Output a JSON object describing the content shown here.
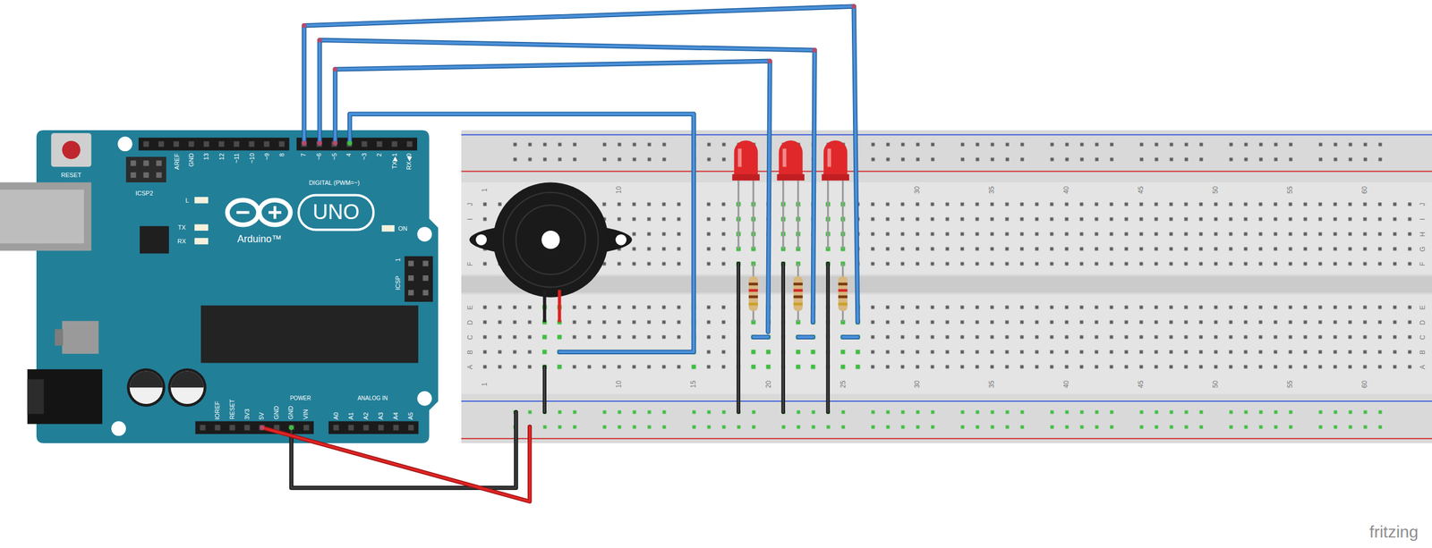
{
  "diagram": {
    "nodes": [
      {
        "text": [
          "RESET",
          "ICSP2",
          "AREF",
          "GND",
          "13",
          "12",
          "~11",
          "~10",
          "~9",
          "8",
          "7",
          "~6",
          "~5",
          "4",
          "~3",
          "2",
          "TX▶1",
          "RX◀0",
          "DIGITAL (PWM=~)",
          "L",
          "TX",
          "RX",
          "UNO",
          "Arduino™",
          "ON",
          "1",
          "ICSP",
          "IOREF",
          "RESET",
          "3V3",
          "5V",
          "GND",
          "GND",
          "VIN",
          "POWER",
          "ANALOG IN",
          "A0",
          "A1",
          "A2",
          "A3",
          "A4",
          "A5"
        ]
      },
      {
        "text": [
          "1",
          "10",
          "30",
          "35",
          "40",
          "45",
          "50",
          "55",
          "60",
          "1",
          "10",
          "15",
          "20",
          "25",
          "30",
          "35",
          "40",
          "45",
          "50",
          "55",
          "60",
          "J",
          "I",
          "F",
          "E",
          "D",
          "C",
          "B",
          "A",
          "J",
          "I",
          "H",
          "G",
          "F",
          "E",
          "D",
          "C",
          "B",
          "A"
        ]
      }
    ],
    "labels": [
      "fritzing"
    ]
  }
}
